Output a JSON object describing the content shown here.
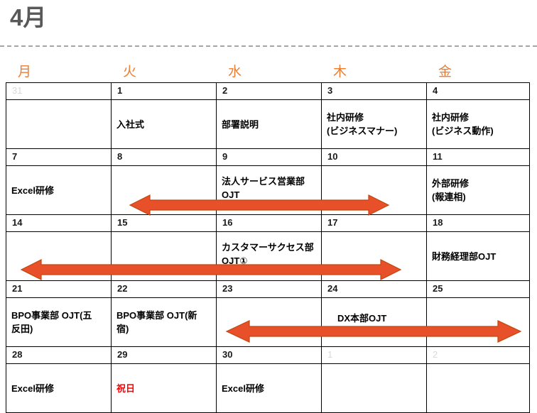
{
  "title": "4月",
  "colors": {
    "title": "#595959",
    "weekday": "#ED7D31",
    "arrow_fill": "#E8502A",
    "arrow_stroke": "#C55A11",
    "muted_date": "#D9D9D9",
    "holiday": "#FF0000",
    "divider": "#A6A6A6"
  },
  "weekdays": [
    {
      "label": "月"
    },
    {
      "label": "火"
    },
    {
      "label": "水"
    },
    {
      "label": "木"
    },
    {
      "label": "金"
    }
  ],
  "weeks": [
    {
      "dates": [
        {
          "num": "31",
          "muted": true
        },
        {
          "num": "1",
          "muted": false
        },
        {
          "num": "2",
          "muted": false
        },
        {
          "num": "3",
          "muted": false
        },
        {
          "num": "4",
          "muted": false
        }
      ],
      "cells": [
        {
          "lines": [],
          "holiday": false,
          "top": false
        },
        {
          "lines": [
            "入社式"
          ],
          "holiday": false,
          "top": false
        },
        {
          "lines": [
            "部署説明"
          ],
          "holiday": false,
          "top": false
        },
        {
          "lines": [
            "社内研修",
            "(ビジネスマナー)"
          ],
          "holiday": false,
          "top": false
        },
        {
          "lines": [
            "社内研修",
            "(ビジネス動作)"
          ],
          "holiday": false,
          "top": false
        }
      ]
    },
    {
      "dates": [
        {
          "num": "7",
          "muted": false
        },
        {
          "num": "8",
          "muted": false
        },
        {
          "num": "9",
          "muted": false
        },
        {
          "num": "10",
          "muted": false
        },
        {
          "num": "11",
          "muted": false
        }
      ],
      "cells": [
        {
          "lines": [
            "Excel研修"
          ],
          "holiday": false,
          "top": false
        },
        {
          "lines": [],
          "holiday": false,
          "top": false
        },
        {
          "lines": [
            "法人サービス営業部",
            "OJT"
          ],
          "holiday": false,
          "top": true
        },
        {
          "lines": [],
          "holiday": false,
          "top": false
        },
        {
          "lines": [
            "外部研修",
            "(報連相)"
          ],
          "holiday": false,
          "top": false
        }
      ]
    },
    {
      "dates": [
        {
          "num": "14",
          "muted": false
        },
        {
          "num": "15",
          "muted": false
        },
        {
          "num": "16",
          "muted": false
        },
        {
          "num": "17",
          "muted": false
        },
        {
          "num": "18",
          "muted": false
        }
      ],
      "cells": [
        {
          "lines": [],
          "holiday": false,
          "top": false
        },
        {
          "lines": [],
          "holiday": false,
          "top": false
        },
        {
          "lines": [
            "カスタマーサクセス部",
            "OJT①"
          ],
          "holiday": false,
          "top": true
        },
        {
          "lines": [],
          "holiday": false,
          "top": false
        },
        {
          "lines": [
            "財務経理部OJT"
          ],
          "holiday": false,
          "top": false
        }
      ]
    },
    {
      "dates": [
        {
          "num": "21",
          "muted": false
        },
        {
          "num": "22",
          "muted": false
        },
        {
          "num": "23",
          "muted": false
        },
        {
          "num": "24",
          "muted": false
        },
        {
          "num": "25",
          "muted": false
        }
      ],
      "cells": [
        {
          "lines": [
            "BPO事業部 OJT(五",
            "反田)"
          ],
          "holiday": false,
          "top": false
        },
        {
          "lines": [
            "BPO事業部 OJT(新",
            "宿)"
          ],
          "holiday": false,
          "top": false
        },
        {
          "lines": [],
          "holiday": false,
          "top": false
        },
        {
          "lines": [],
          "holiday": false,
          "top": false
        },
        {
          "lines": [],
          "holiday": false,
          "top": false
        }
      ]
    },
    {
      "dates": [
        {
          "num": "28",
          "muted": false
        },
        {
          "num": "29",
          "muted": false
        },
        {
          "num": "30",
          "muted": false
        },
        {
          "num": "1",
          "muted": true
        },
        {
          "num": "2",
          "muted": true
        }
      ],
      "cells": [
        {
          "lines": [
            "Excel研修"
          ],
          "holiday": false,
          "top": false
        },
        {
          "lines": [
            "祝日"
          ],
          "holiday": true,
          "top": false
        },
        {
          "lines": [
            "Excel研修"
          ],
          "holiday": false,
          "top": false
        },
        {
          "lines": [],
          "holiday": false,
          "top": false
        },
        {
          "lines": [],
          "holiday": false,
          "top": false
        }
      ]
    }
  ],
  "arrows": [
    {
      "name": "arrow-corporate-sales-ojt",
      "label": ""
    },
    {
      "name": "arrow-customer-success-ojt",
      "label": ""
    },
    {
      "name": "arrow-dx-headquarters-ojt",
      "label": "DX本部OJT"
    }
  ]
}
